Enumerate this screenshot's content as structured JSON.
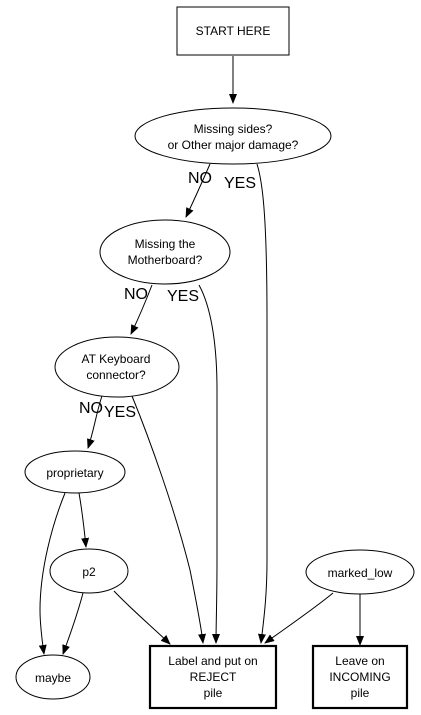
{
  "nodes": {
    "start": {
      "lines": [
        "START HERE"
      ]
    },
    "missing_sides": {
      "lines": [
        "Missing sides?",
        "or Other major damage?"
      ]
    },
    "missing_mb": {
      "lines": [
        "Missing the",
        "Motherboard?"
      ]
    },
    "at_keyboard": {
      "lines": [
        "AT Keyboard",
        "connector?"
      ]
    },
    "proprietary": {
      "lines": [
        "proprietary"
      ]
    },
    "p2": {
      "lines": [
        "p2"
      ]
    },
    "marked_low": {
      "lines": [
        "marked_low"
      ]
    },
    "maybe": {
      "lines": [
        "maybe"
      ]
    },
    "reject": {
      "lines": [
        "Label and put on",
        "REJECT",
        "pile"
      ]
    },
    "incoming": {
      "lines": [
        "Leave on",
        "INCOMING",
        "pile"
      ]
    }
  },
  "edge_labels": {
    "sides_no": "NO",
    "sides_yes": "YES",
    "mb_no": "NO",
    "mb_yes": "YES",
    "kb_no": "NO",
    "kb_yes": "YES"
  }
}
